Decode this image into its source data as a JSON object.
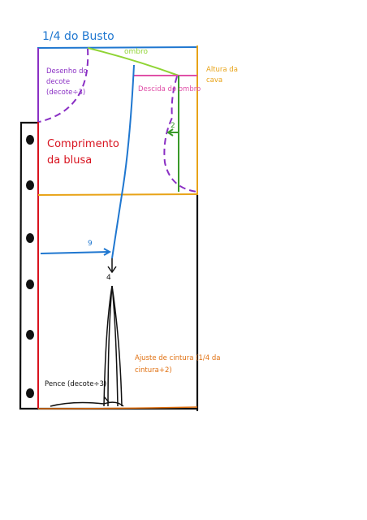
{
  "colors": {
    "black": "#111111",
    "blue": "#1f77d0",
    "green": "#8fd434",
    "purple": "#8a2fc4",
    "pink": "#e050a8",
    "orange": "#e8a317",
    "red": "#d8121e",
    "dark_green": "#3a9a2a",
    "dark_orange": "#e07010"
  },
  "labels": {
    "title": "1/4 do Busto",
    "ombro": "ombro",
    "decote": "Desenho do decote (decote÷3)",
    "descida": "Descida do ombro",
    "altura": "Altura da cava",
    "comprimento": "Comprimento da blusa",
    "dois": "2",
    "nove": "9",
    "quatro": "4",
    "ajuste": "Ajuste de cintura (1/4 da cintura+2)",
    "pence": "Pence (decote÷3)"
  }
}
